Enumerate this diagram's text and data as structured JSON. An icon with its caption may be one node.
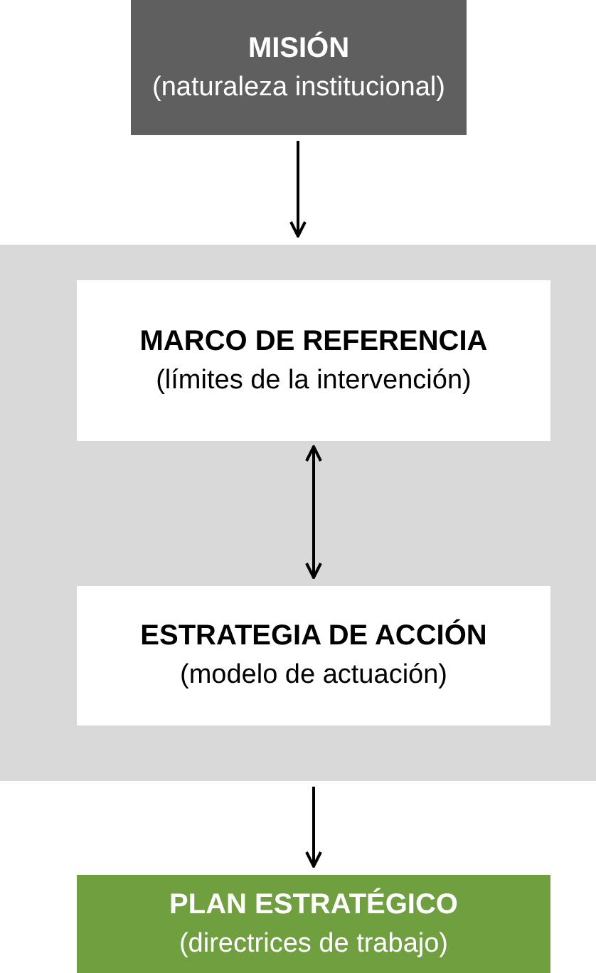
{
  "diagram": {
    "nodes": [
      {
        "text": [
          "MISIÓN",
          "(naturaleza institucional)"
        ]
      },
      {
        "text": [],
        "shape": "box"
      },
      {
        "text": [
          "MARCO DE REFERENCIA",
          "(límites de la intervención)"
        ],
        "in": 1
      },
      {
        "text": [
          "ESTRATEGIA DE ACCIÓN",
          "(modelo de actuación)"
        ],
        "in": 1
      },
      {
        "text": [
          "PLAN ESTRATÉGICO",
          "(directrices de trabajo)"
        ]
      }
    ],
    "edges": [
      {
        "from": 0,
        "to": 1,
        "arrow": "to"
      },
      {
        "from": 2,
        "to": 3,
        "arrow": "both"
      },
      {
        "from": 1,
        "to": 4,
        "arrow": "to"
      }
    ]
  }
}
